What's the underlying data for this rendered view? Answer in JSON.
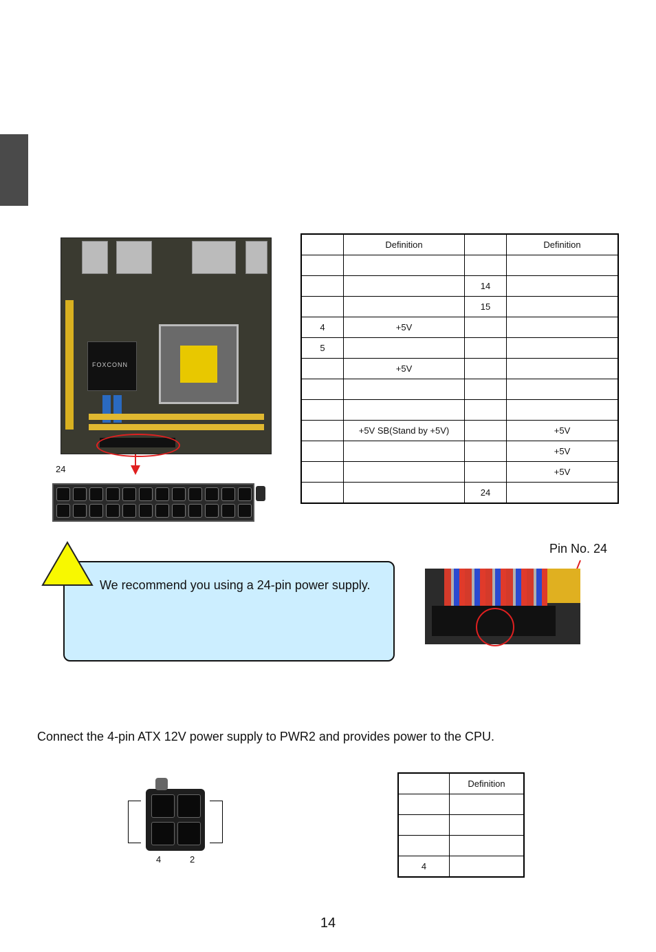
{
  "colors": {
    "side_tab": "#4a4a4a",
    "notice_bg": "#cceeff",
    "warning": "#f8f800",
    "arrow": "#e02020"
  },
  "board": {
    "chip_label": "FOXCONN"
  },
  "labels": {
    "pin24": "24",
    "pin_no_24": "Pin No. 24",
    "conn4_left": "4",
    "conn4_right": "2"
  },
  "table24": {
    "headers": [
      "",
      "Definition",
      "",
      "Definition"
    ],
    "rows": [
      [
        "",
        "",
        "",
        ""
      ],
      [
        "",
        "",
        "14",
        ""
      ],
      [
        "",
        "",
        "15",
        ""
      ],
      [
        "4",
        "+5V",
        "",
        ""
      ],
      [
        "5",
        "",
        "",
        ""
      ],
      [
        "",
        "+5V",
        "",
        ""
      ],
      [
        "",
        "",
        "",
        ""
      ],
      [
        "",
        "",
        "",
        ""
      ],
      [
        "",
        "+5V SB(Stand by +5V)",
        "",
        "+5V"
      ],
      [
        "",
        "",
        "",
        "+5V"
      ],
      [
        "",
        "",
        "",
        "+5V"
      ],
      [
        "",
        "",
        "24",
        ""
      ]
    ]
  },
  "notice": {
    "text": "We recommend you using a 24-pin power supply.",
    "icon": "warning-icon"
  },
  "description": "Connect the 4-pin ATX 12V power supply to PWR2 and provides power to the CPU.",
  "table4": {
    "headers": [
      "",
      "Definition"
    ],
    "rows": [
      [
        "",
        ""
      ],
      [
        "",
        ""
      ],
      [
        "",
        ""
      ],
      [
        "4",
        ""
      ]
    ]
  },
  "page_number": "14"
}
